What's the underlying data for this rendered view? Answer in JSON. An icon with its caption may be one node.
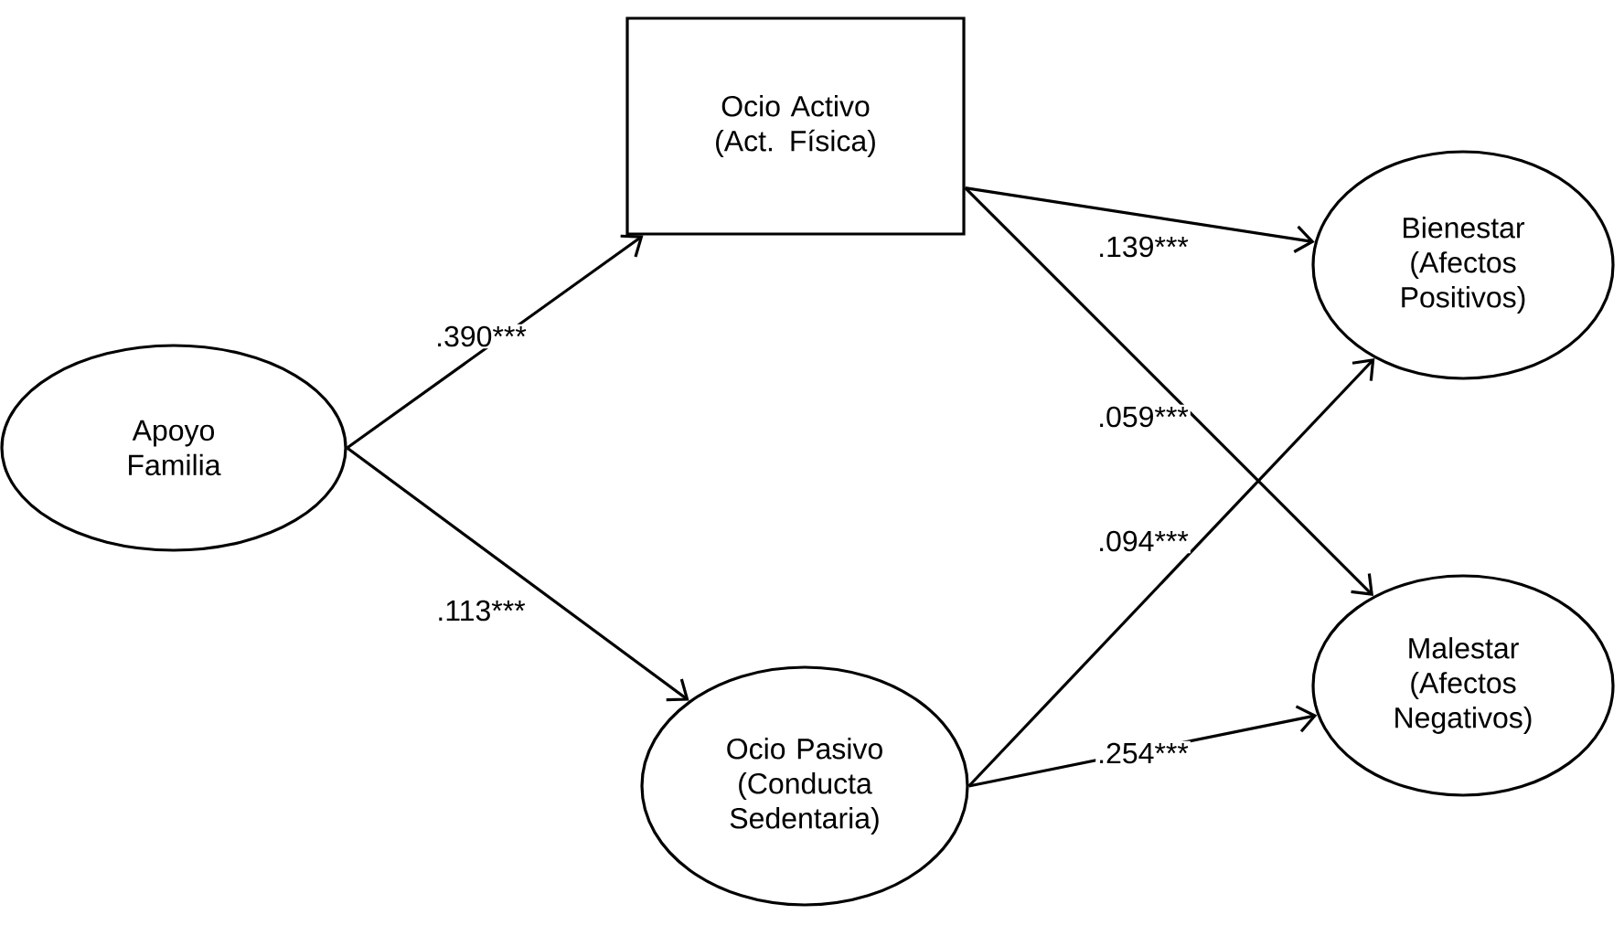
{
  "diagram": {
    "nodes": [
      {
        "text": [
          "Apoyo Familia"
        ]
      },
      {
        "text": [
          "Ocio Activo (Act. Física)"
        ]
      },
      {
        "text": [
          "Ocio Pasivo (Conducta Sedentaria)"
        ]
      },
      {
        "text": [
          "Bienestar (Afectos Positivos)"
        ]
      },
      {
        "text": [
          "Malestar (Afectos Negativos)"
        ]
      }
    ],
    "edges": [
      {
        "from": 0,
        "to": 1,
        "arrow": "to",
        "label": ".390***"
      },
      {
        "from": 0,
        "to": 2,
        "arrow": "to",
        "label": ".113***"
      },
      {
        "from": 1,
        "to": 3,
        "arrow": "to",
        "label": ".139***"
      },
      {
        "from": 1,
        "to": 4,
        "arrow": "to",
        "label": ".059***"
      },
      {
        "from": 2,
        "to": 3,
        "arrow": "to",
        "label": ".094***"
      },
      {
        "from": 2,
        "to": 4,
        "arrow": "to",
        "label": ".254***"
      }
    ]
  }
}
